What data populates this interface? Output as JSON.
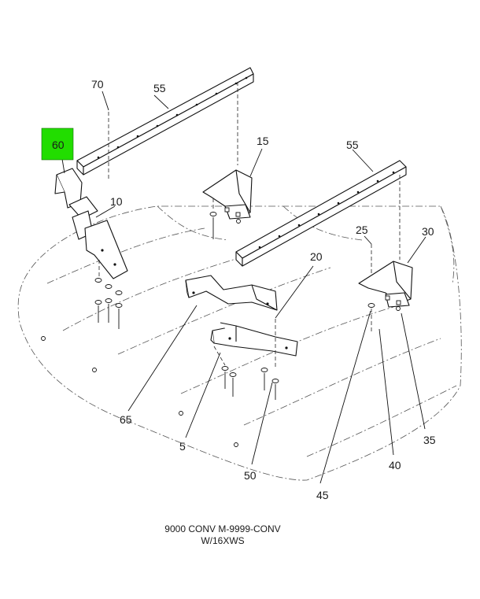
{
  "callouts": {
    "c70": "70",
    "c55a": "55",
    "c60": "60",
    "c15": "15",
    "c55b": "55",
    "c10": "10",
    "c25": "25",
    "c30": "30",
    "c20": "20",
    "c65": "65",
    "c5": "5",
    "c50": "50",
    "c45": "45",
    "c40": "40",
    "c35": "35"
  },
  "highlight": {
    "callout": "60",
    "color": "#22dd00"
  },
  "caption": {
    "line1": "9000 CONV M-9999-CONV",
    "line2": "W/16XWS"
  }
}
